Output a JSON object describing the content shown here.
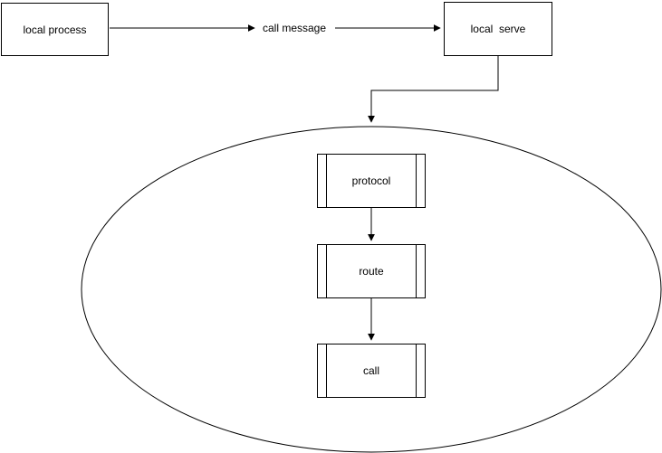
{
  "diagram": {
    "nodes": {
      "local_process": {
        "label": "local process"
      },
      "local_serve": {
        "label": "local  serve"
      },
      "protocol": {
        "label": "protocol"
      },
      "route": {
        "label": "route"
      },
      "call": {
        "label": "call"
      }
    },
    "edge_labels": {
      "call_message": "call message"
    },
    "colors": {
      "stroke": "#000000",
      "fill": "#ffffff"
    }
  }
}
